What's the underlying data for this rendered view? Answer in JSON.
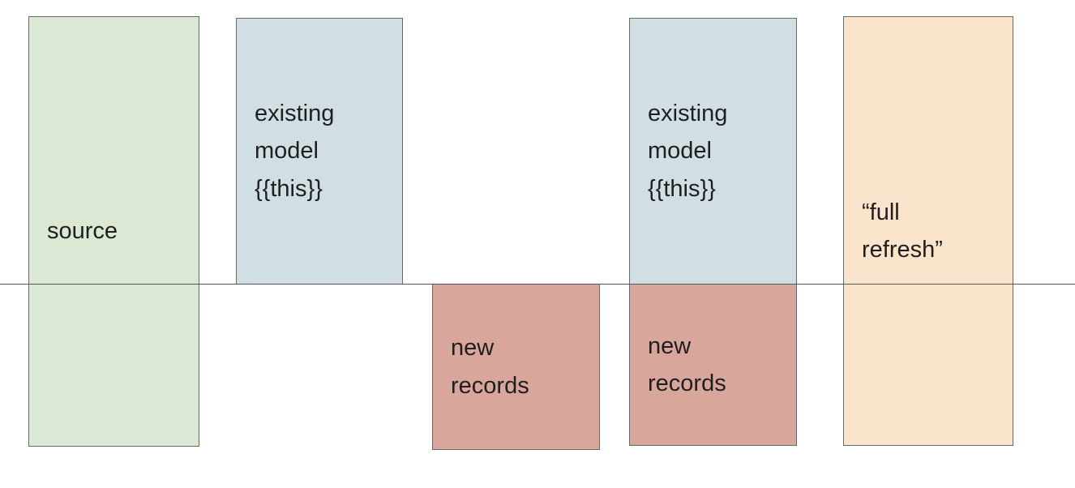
{
  "page": {
    "background": "#ffffff"
  },
  "divider": {
    "color": "#565656"
  },
  "boxes": [
    {
      "name": "source",
      "label": "source",
      "fill": "#dbe8d3",
      "border": "#696969"
    },
    {
      "name": "existing-model-left",
      "label": "existing\nmodel\n{{this}}",
      "fill": "#d1dee3",
      "border": "#696969"
    },
    {
      "name": "new-records-left",
      "label": "new\nrecords",
      "fill": "#d9a69c",
      "border": "#696969"
    },
    {
      "name": "existing-model-right",
      "label": "existing\nmodel\n{{this}}",
      "fill": "#d1dee3",
      "border": "#696969"
    },
    {
      "name": "new-records-right",
      "label": "new\nrecords",
      "fill": "#d9a69c",
      "border": "#696969"
    },
    {
      "name": "full-refresh",
      "label": "“full\nrefresh”",
      "fill": "#fbe4cc",
      "border": "#696969"
    }
  ]
}
